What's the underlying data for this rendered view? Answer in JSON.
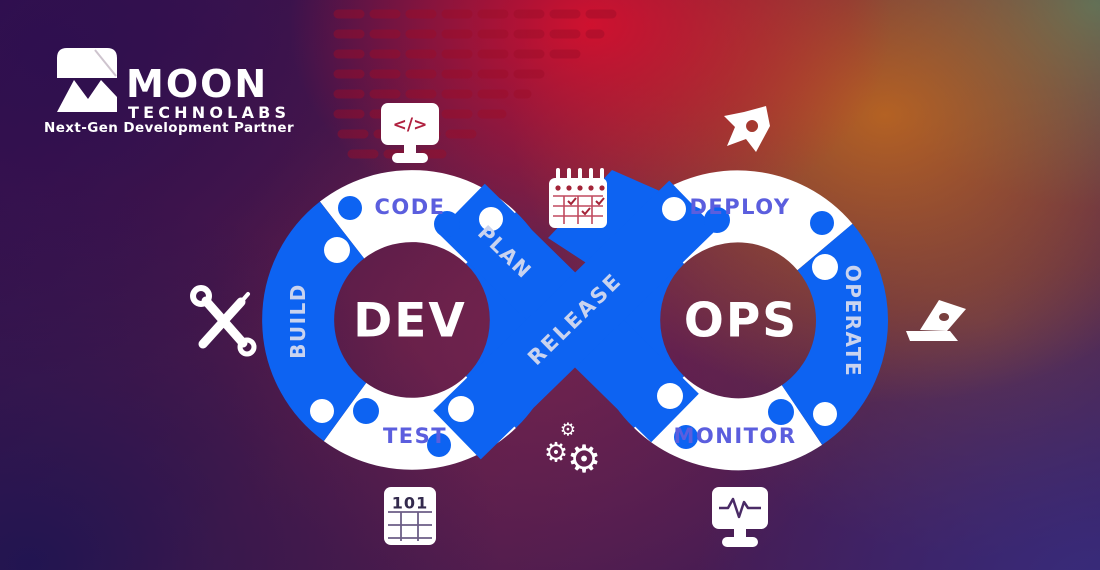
{
  "logo": {
    "brand": "MOON",
    "suffix": "TECHNOLABS",
    "tagline": "Next-Gen Development Partner"
  },
  "diagram": {
    "dev": "DEV",
    "ops": "OPS",
    "code": "CODE",
    "build": "BUILD",
    "test": "TEST",
    "plan": "PLAN",
    "release": "RELEASE",
    "deploy": "DEPLOY",
    "operate": "OPERATE",
    "monitor": "MONITOR"
  },
  "icons": {
    "code_glyph": "</>",
    "binary_text": "101",
    "gear_glyph": "⚙",
    "names": [
      "code-monitor",
      "calendar",
      "rocket",
      "tools",
      "laptop",
      "gears",
      "binary-table",
      "pulse-monitor"
    ]
  },
  "colors": {
    "puzzle_blue": "#0d63f2",
    "loop_white": "#ffffff",
    "label_on_white": "#5b5ede",
    "label_on_blue": "#c9d3ef",
    "icon_accent_red": "#a82a3d",
    "background_red": "#d5102e",
    "background_orange": "#c16b1e",
    "background_purple": "#33104e"
  }
}
